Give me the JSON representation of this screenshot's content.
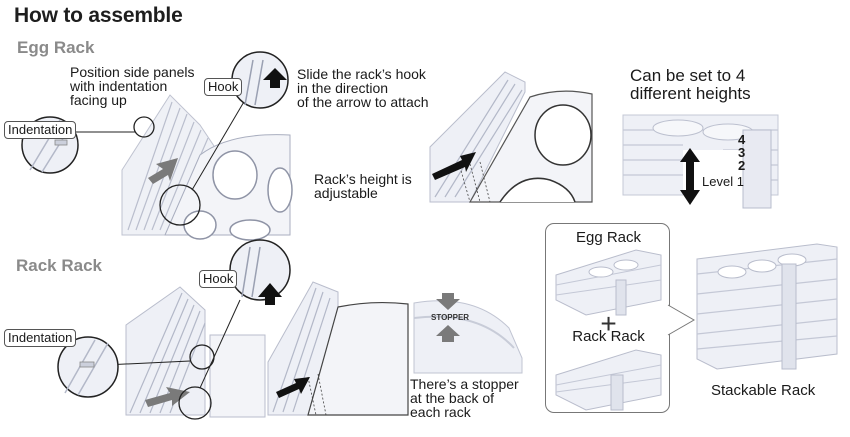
{
  "title": "How to assemble",
  "sections": {
    "egg_rack": {
      "heading": "Egg Rack",
      "step1_caption": "Position side panels\nwith indentation\nfacing up",
      "indentation_tag": "Indentation",
      "hook_tag": "Hook",
      "step2_caption": "Slide the rack’s hook\nin the direction\nof the arrow to attach",
      "height_caption": "Rack’s height is\nadjustable",
      "heights_caption": "Can be set to 4\ndifferent heights",
      "levels": [
        "4",
        "3",
        "2",
        "Level 1"
      ]
    },
    "rack_rack": {
      "heading": "Rack Rack",
      "indentation_tag": "Indentation",
      "hook_tag": "Hook",
      "stopper_label": "STOPPER",
      "stopper_caption": "There’s a stopper\nat the back of\neach rack"
    },
    "combination": {
      "top_label": "Egg Rack",
      "plus": "+",
      "bottom_label": "Rack Rack",
      "result_label": "Stackable Rack"
    }
  }
}
